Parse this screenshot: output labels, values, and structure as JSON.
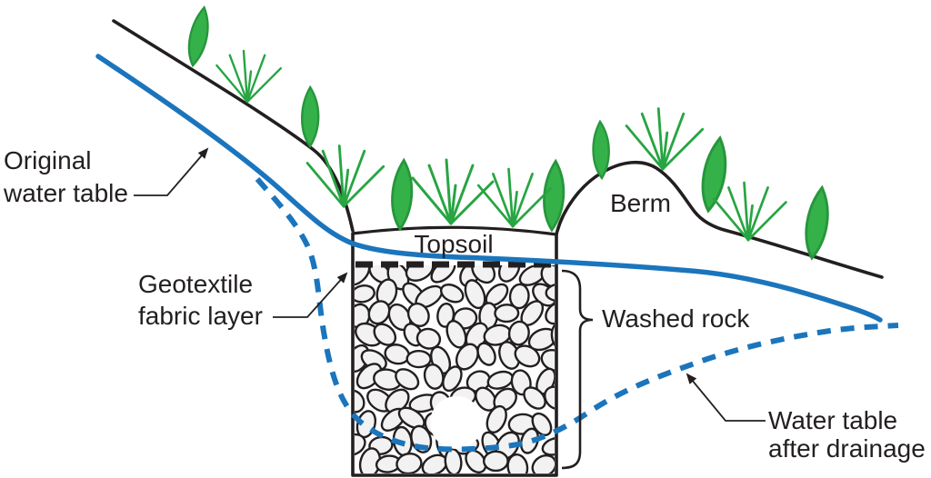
{
  "labels": {
    "original_water_table_line1": "Original",
    "original_water_table_line2": "water table",
    "geotextile_line1": "Geotextile",
    "geotextile_line2": "fabric layer",
    "topsoil": "Topsoil",
    "berm": "Berm",
    "washed_rock": "Washed rock",
    "water_table_after_line1": "Water table",
    "water_table_after_line2": "after drainage"
  },
  "colors": {
    "water_blue": "#1b75bc",
    "plant_green": "#35b14a",
    "plant_green_dark": "#27963c",
    "line_black": "#231f20",
    "rock_fill": "#f2f2f2"
  }
}
